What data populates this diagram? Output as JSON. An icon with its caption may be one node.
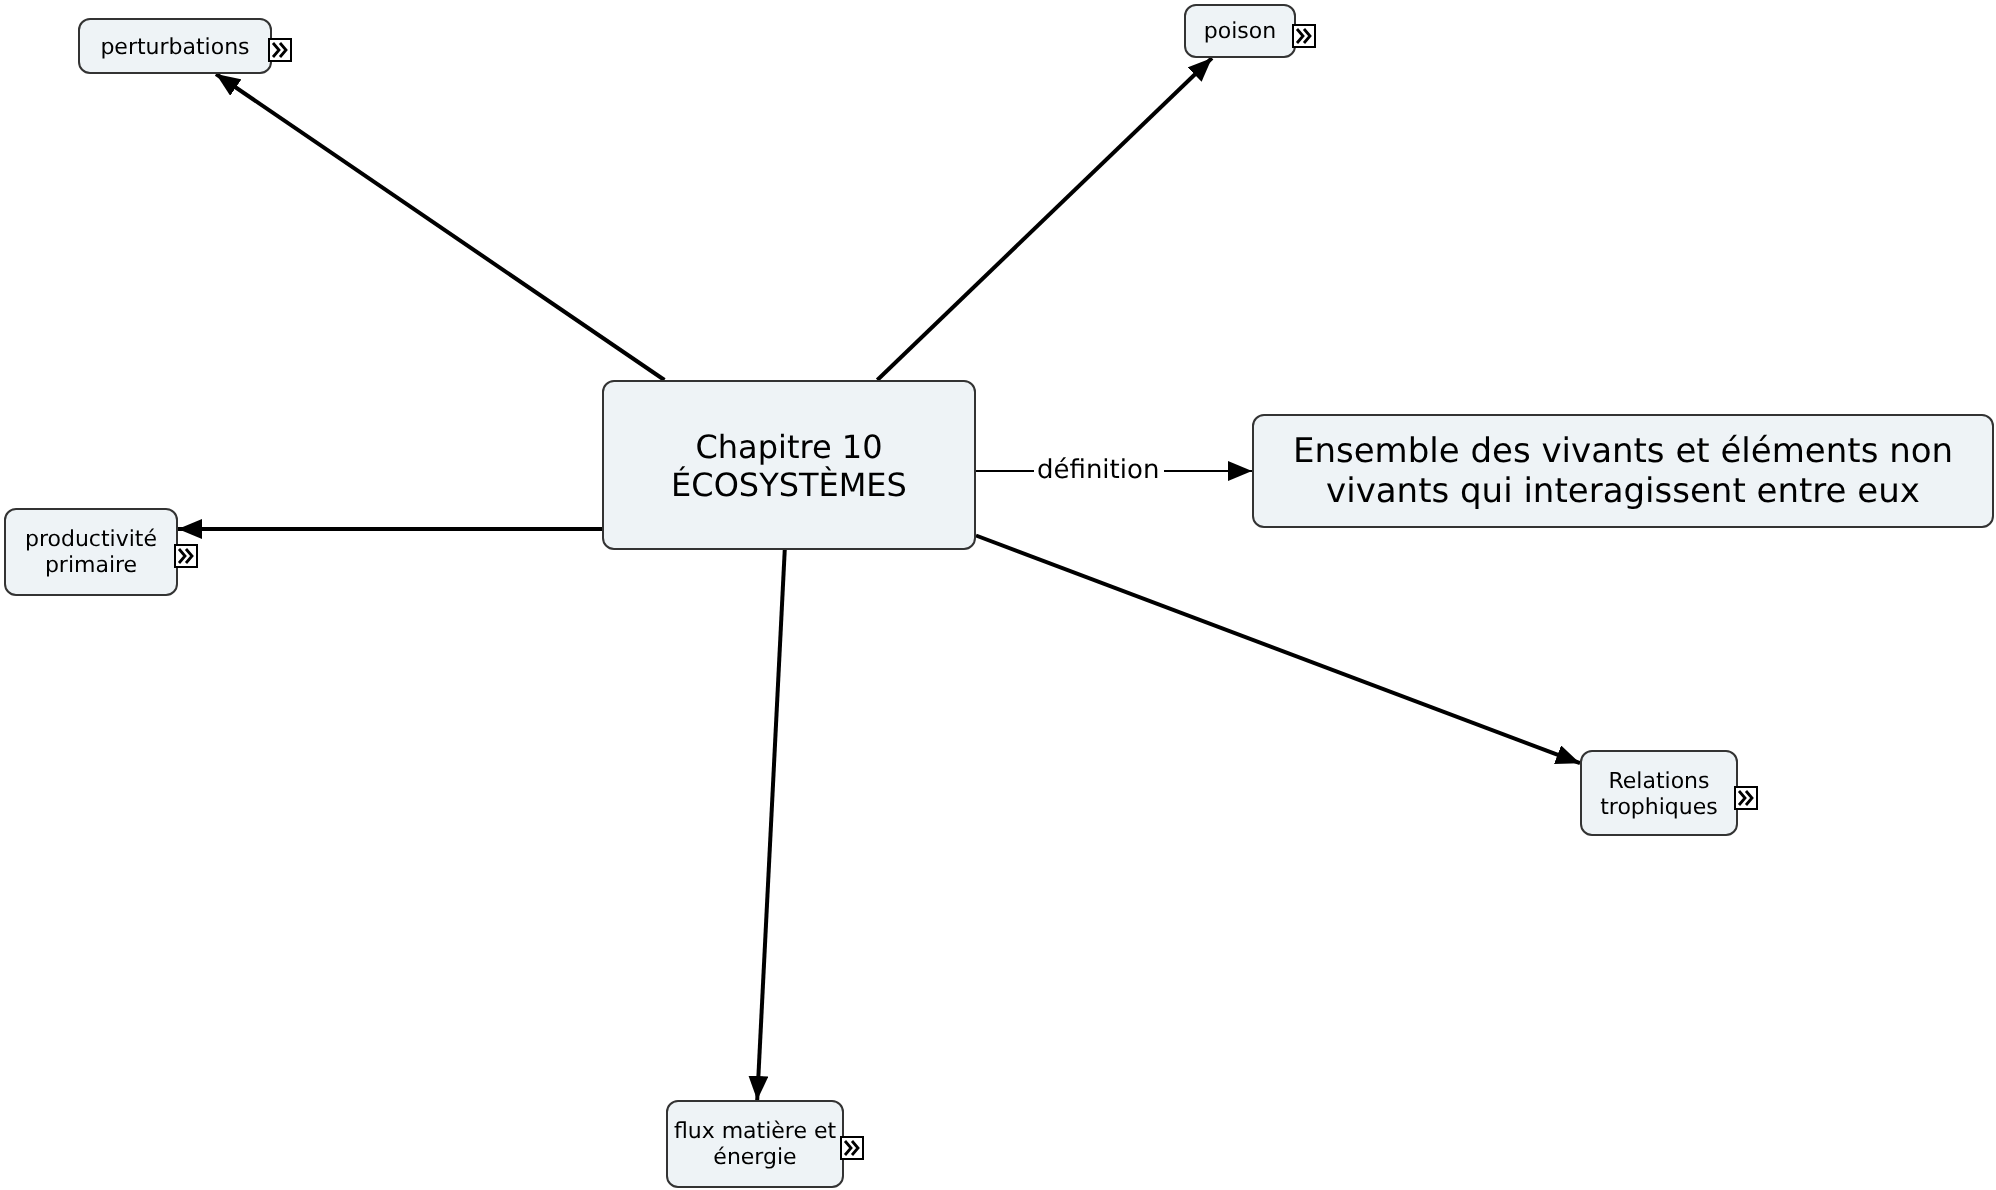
{
  "diagram": {
    "nodes": [
      {
        "text": [
          "Chapitre 10 ÉCOSYSTÈMES"
        ]
      },
      {
        "text": [
          "perturbations"
        ]
      },
      {
        "text": [
          "poison"
        ]
      },
      {
        "text": [
          "Ensemble des vivants et éléments non vivants qui interagissent entre eux"
        ]
      },
      {
        "text": [
          "productivité primaire"
        ]
      },
      {
        "text": [
          "Relations trophiques"
        ]
      },
      {
        "text": [
          "flux matière et énergie"
        ]
      }
    ],
    "edges": [
      {
        "from": 0,
        "to": 1,
        "arrow": "to"
      },
      {
        "from": 0,
        "to": 2,
        "arrow": "to"
      },
      {
        "from": 0,
        "to": 3,
        "arrow": "to",
        "label": "définition"
      },
      {
        "from": 0,
        "to": 4,
        "arrow": "to"
      },
      {
        "from": 0,
        "to": 5,
        "arrow": "to"
      },
      {
        "from": 0,
        "to": 6,
        "arrow": "to"
      }
    ]
  }
}
